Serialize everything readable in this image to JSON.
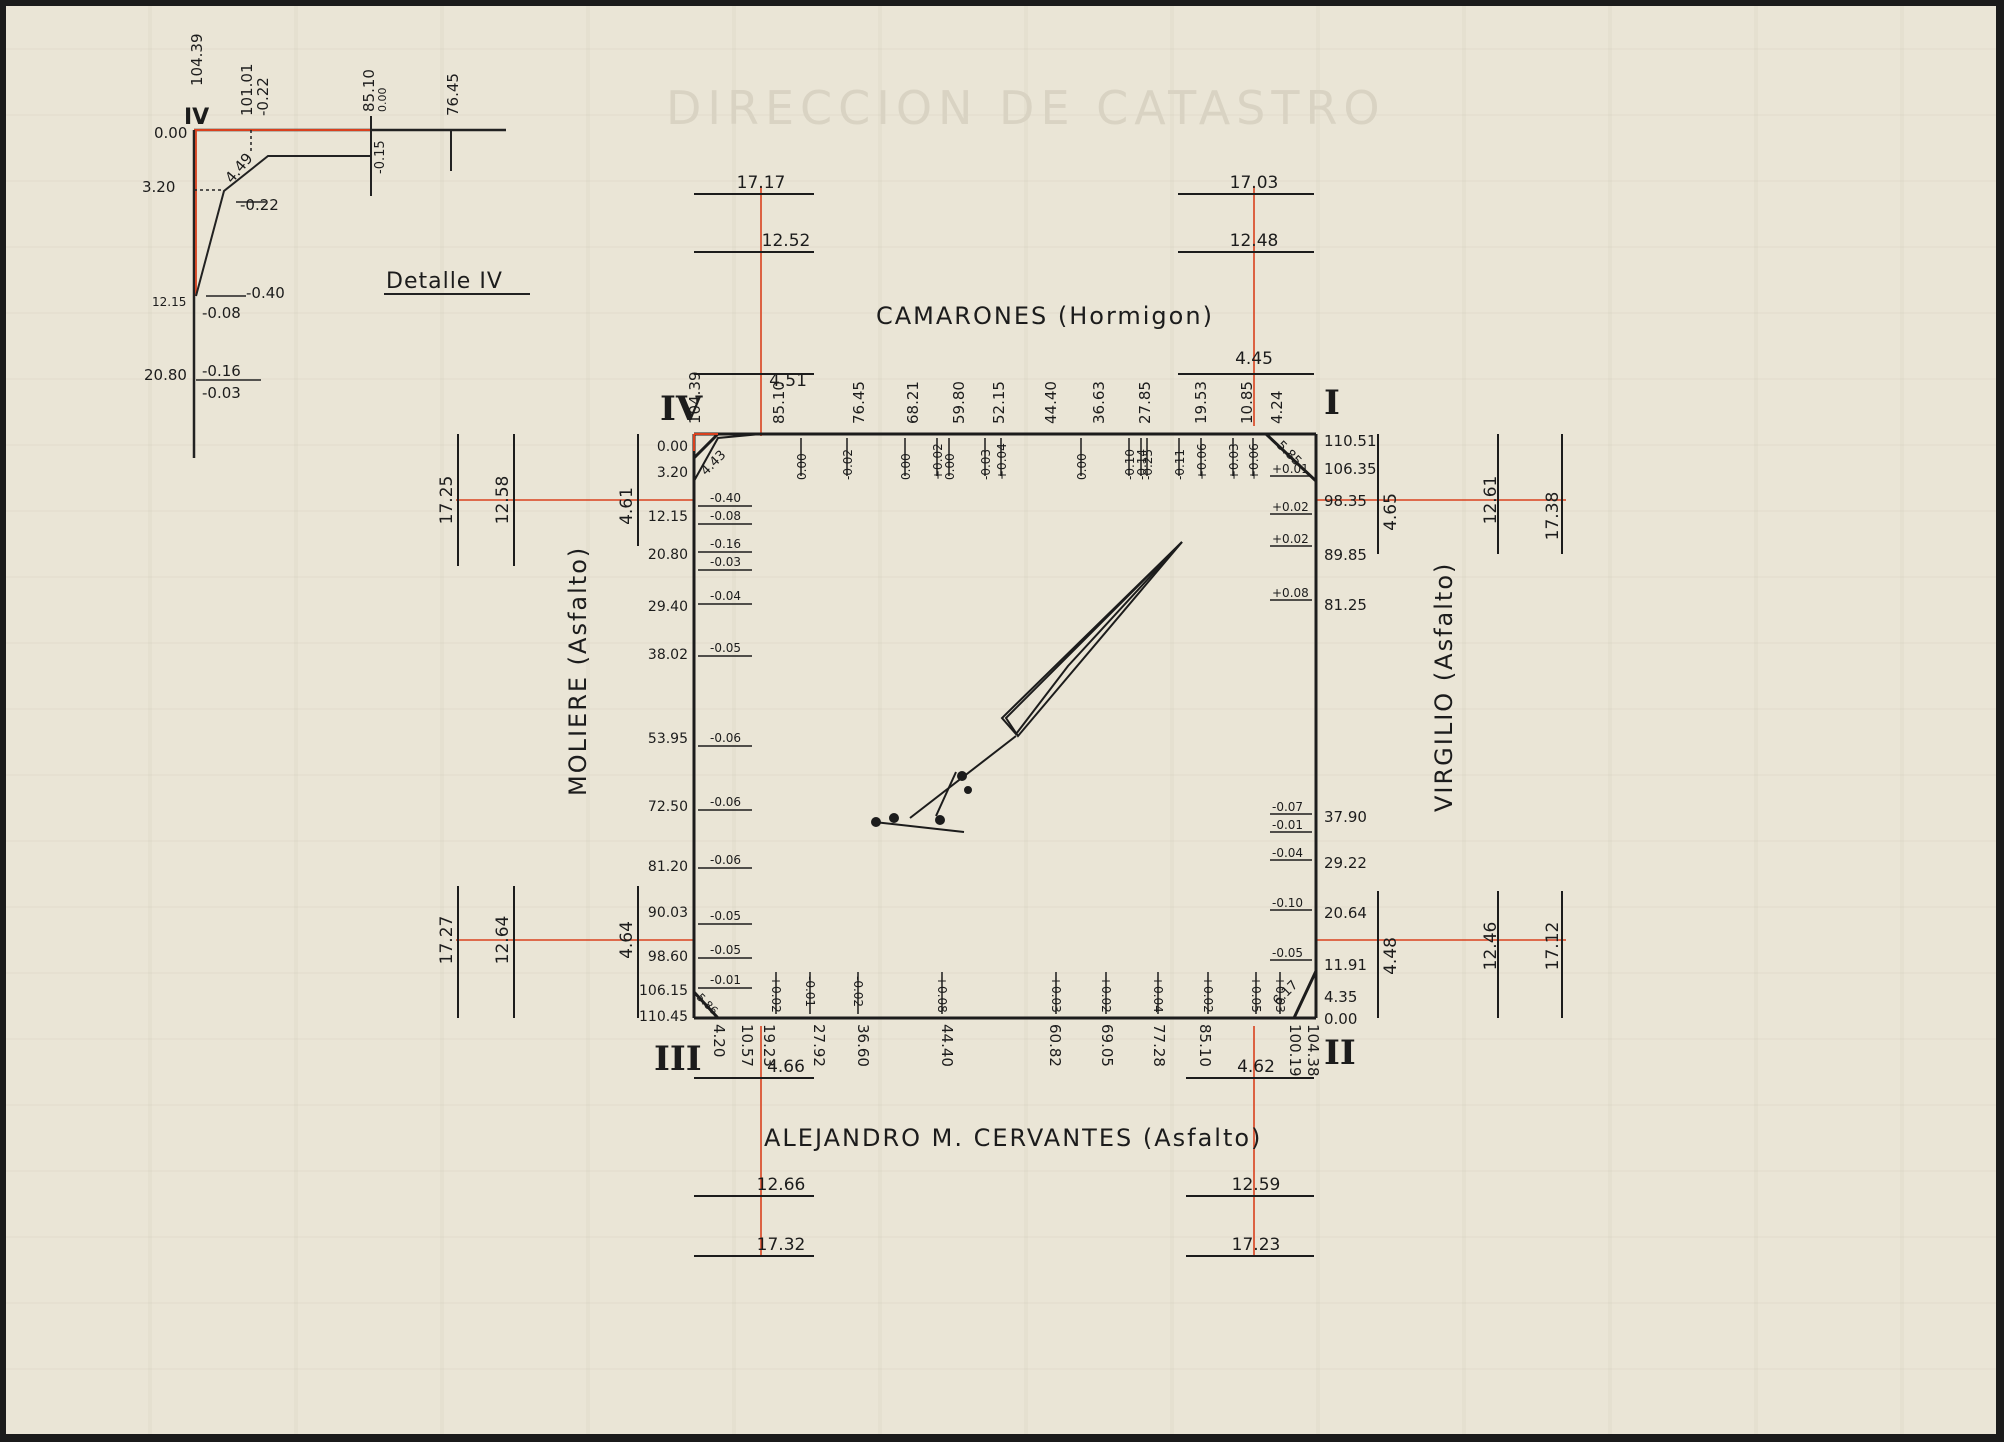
{
  "streets": {
    "camarones": "CAMARONES (Hormigon)",
    "moliere": "MOLIERE (Asfalto)",
    "virgilio": "VIRGILIO (Asfalto)",
    "cervantes": "ALEJANDRO M. CERVANTES (Asfalto)"
  },
  "detail": {
    "title": "Detalle IV",
    "roman": "IV",
    "labels": [
      "104.39",
      "101.01",
      "-0.22",
      "85.10",
      "0.00",
      "76.45",
      "0.00",
      "-0.15",
      "4.49",
      "3.20",
      "-0.22",
      "12.15",
      "-0.08",
      "-0.40",
      "20.80",
      "-0.16",
      "-0.03"
    ]
  },
  "corners": {
    "nw": "IV",
    "ne": "I",
    "se": "II",
    "sw": "III"
  },
  "top_offsets": {
    "left_outer": "17.17",
    "left_inner": "12.52",
    "left_small": "4.51",
    "right_outer": "17.03",
    "right_inner": "12.48",
    "right_small": "4.45"
  },
  "bottom_offsets": {
    "left_small": "4.66",
    "left_inner": "12.66",
    "left_outer": "17.32",
    "right_small": "4.62",
    "right_inner": "12.59",
    "right_outer": "17.23"
  },
  "left_offsets": {
    "top_outer": "17.25",
    "top_inner": "12.58",
    "top_small": "4.61",
    "bottom_outer": "17.27",
    "bottom_inner": "12.64",
    "bottom_small": "4.64"
  },
  "right_offsets": {
    "top_small": "4.65",
    "top_inner": "12.61",
    "top_outer": "17.38",
    "bottom_small": "4.48",
    "bottom_inner": "12.46",
    "bottom_outer": "17.12"
  },
  "top_edge": {
    "distances": [
      "104.39",
      "85.10",
      "76.45",
      "68.21",
      "59.80",
      "52.15",
      "44.40",
      "36.63",
      "27.85",
      "19.53",
      "10.85",
      "4.24"
    ],
    "deviations": [
      "0.00",
      "-0.02",
      "0.00",
      "+0.02",
      "0.00",
      "-0.03",
      "+0.04",
      "0.00",
      "-0.10",
      "-0.14",
      "-0.25",
      "-0.11",
      "+0.06",
      "+0.03",
      "+0.06"
    ]
  },
  "right_edge": {
    "distances": [
      "110.51",
      "106.35",
      "98.35",
      "89.85",
      "81.25",
      "37.90",
      "29.22",
      "20.64",
      "11.91",
      "4.35",
      "0.00"
    ],
    "deviations": [
      "+0.01",
      "+0.02",
      "+0.02",
      "+0.08",
      "-0.07",
      "-0.01",
      "-0.04",
      "-0.10",
      "-0.05"
    ]
  },
  "left_edge": {
    "distances": [
      "0.00",
      "3.20",
      "12.15",
      "20.80",
      "29.40",
      "38.02",
      "53.95",
      "72.50",
      "81.20",
      "90.03",
      "98.60",
      "106.15",
      "110.45"
    ],
    "deviations": [
      "-0.40",
      "-0.08",
      "-0.16",
      "-0.03",
      "-0.04",
      "-0.05",
      "-0.06",
      "-0.06",
      "-0.06",
      "-0.05",
      "-0.05",
      "-0.01"
    ]
  },
  "bottom_edge": {
    "distances": [
      "4.20",
      "10.57",
      "19.23",
      "27.92",
      "36.60",
      "44.40",
      "60.82",
      "69.05",
      "77.28",
      "85.10",
      "100.19",
      "104.38"
    ],
    "deviations": [
      "+0.02",
      "-0.01",
      "-0.02",
      "+0.08",
      "+0.03",
      "+0.02",
      "+0.04",
      "+0.02",
      "+0.05",
      "+0.03"
    ]
  },
  "corner_marks": {
    "nw_chamfer": "4.43",
    "ne_chamfer": "5.85",
    "se_chamfer": "6.17",
    "sw_chamfer": "5.86"
  }
}
